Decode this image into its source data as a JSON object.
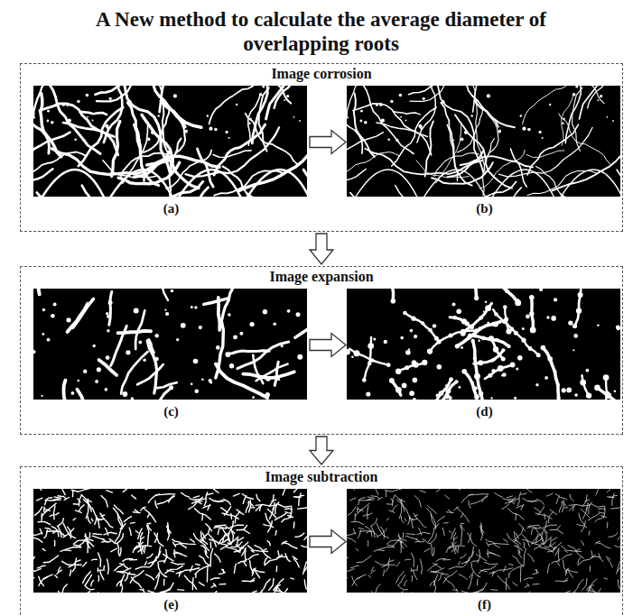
{
  "diagram": {
    "title": "A New method to calculate the average diameter of overlapping roots",
    "nodes": [
      {
        "text": [
          "Image corrosion"
        ]
      },
      {
        "text": [
          "(a)"
        ],
        "in": 0
      },
      {
        "text": [
          "(b)"
        ],
        "in": 0
      },
      {
        "text": [
          "Image expansion"
        ]
      },
      {
        "text": [
          "(c)"
        ],
        "in": 3
      },
      {
        "text": [
          "(d)"
        ],
        "in": 3
      },
      {
        "text": [
          "Image subtraction"
        ]
      },
      {
        "text": [
          "(e)"
        ],
        "in": 6
      },
      {
        "text": [
          "(f)"
        ],
        "in": 6
      }
    ],
    "edges": [
      {
        "from": 1,
        "to": 2,
        "arrow": "to"
      },
      {
        "from": 0,
        "to": 3,
        "arrow": "to"
      },
      {
        "from": 4,
        "to": 5,
        "arrow": "to"
      },
      {
        "from": 3,
        "to": 6,
        "arrow": "to"
      },
      {
        "from": 7,
        "to": 8,
        "arrow": "to"
      }
    ]
  }
}
